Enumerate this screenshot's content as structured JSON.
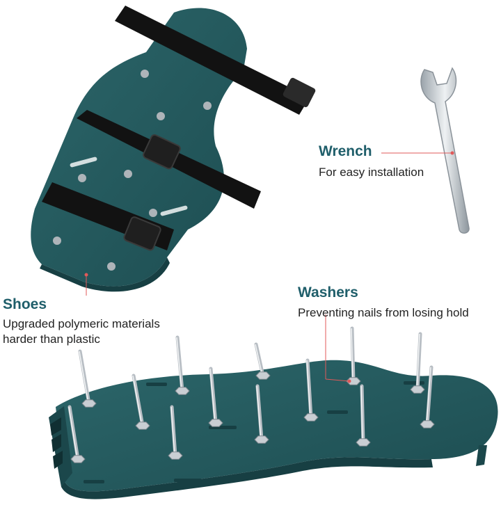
{
  "callouts": {
    "wrench": {
      "title": "Wrench",
      "description": "For easy installation"
    },
    "shoes": {
      "title": "Shoes",
      "description_line1": "Upgraded polymeric materials",
      "description_line2": "harder than plastic"
    },
    "washers": {
      "title": "Washers",
      "description": "Preventing nails from losing hold"
    }
  },
  "colors": {
    "sole_green": "#24585c",
    "sole_dark": "#173f43",
    "strap_black": "#121212",
    "metal": "#c9ced3",
    "callout_title": "#1f5e6a",
    "leader_line": "#d9534f"
  }
}
